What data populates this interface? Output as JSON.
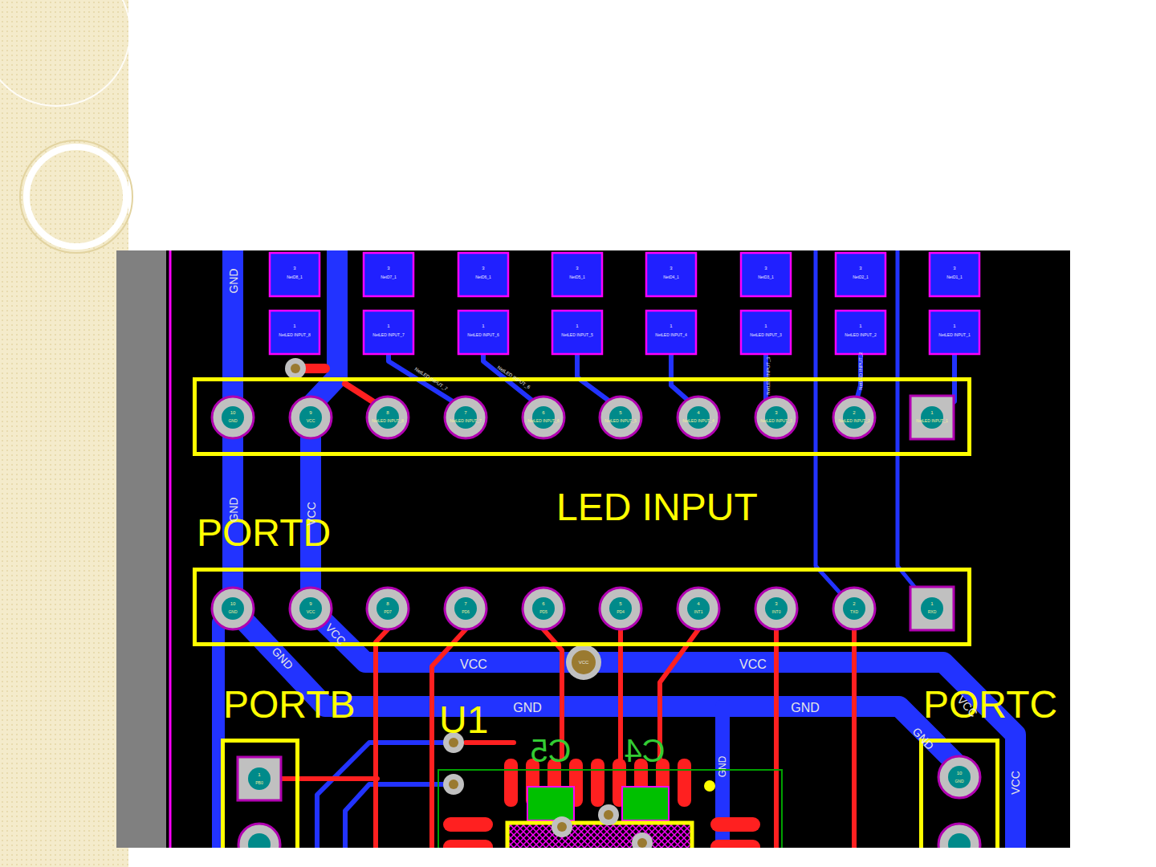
{
  "diagram": {
    "nodes": [
      {
        "text": [
          "LED INPUT"
        ]
      },
      {
        "text": [
          "PORTD"
        ]
      },
      {
        "text": [
          "PORTB"
        ]
      },
      {
        "text": [
          "PORTC"
        ]
      },
      {
        "text": [
          "U1"
        ]
      }
    ],
    "labels": [
      "3",
      "NetD8_1",
      "3",
      "NetD7_1",
      "3",
      "NetD6_1",
      "3",
      "NetD5_1",
      "3",
      "NetD4_1",
      "3",
      "NetD3_1",
      "3",
      "NetD2_1",
      "3",
      "NetD1_1",
      "1",
      "NetLED INPUT_8",
      "1",
      "NetLED INPUT_7",
      "1",
      "NetLED INPUT_6",
      "1",
      "NetLED INPUT_5",
      "1",
      "NetLED INPUT_4",
      "1",
      "NetLED INPUT_3",
      "1",
      "NetLED INPUT_2",
      "1",
      "NetLED INPUT_1",
      "10",
      "GND",
      "9",
      "VCC",
      "8",
      "NetLED INPUT_8",
      "7",
      "NetLED INPUT_7",
      "6",
      "NetLED INPUT_6",
      "5",
      "NetLED INPUT_5",
      "4",
      "NetLED INPUT_4",
      "3",
      "NetLED INPUT_3",
      "2",
      "NetLED INPUT_2",
      "1",
      "NetLED INPUT_1",
      "10",
      "GND",
      "9",
      "VCC",
      "8",
      "PD7",
      "7",
      "PD6",
      "6",
      "PD5",
      "5",
      "PD4",
      "4",
      "INT1",
      "3",
      "INT0",
      "2",
      "TXD",
      "1",
      "RXD",
      "GND",
      "GND",
      "VCC",
      "GND",
      "VCC",
      "VCC",
      "VCC",
      "GND",
      "GND",
      "GND",
      "VCC",
      "VCC",
      "GND",
      "VCC",
      "NetLED INPUT_7",
      "NetLED INPUT_6",
      "NetLED INPUT_3",
      "NetLED INPUT_2",
      "C5",
      "C4",
      "1",
      "PB0",
      "10",
      "GND"
    ]
  }
}
